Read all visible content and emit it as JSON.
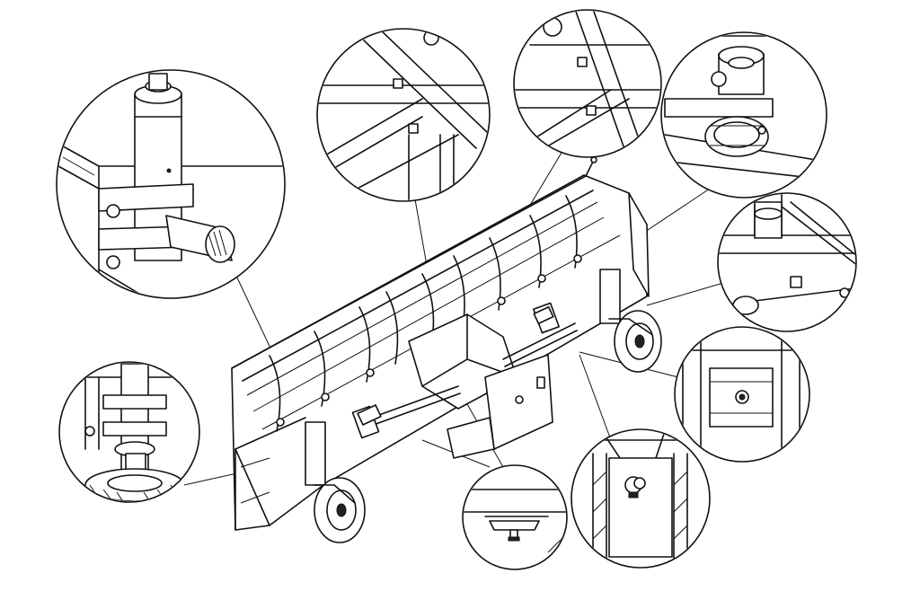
{
  "figure": {
    "kind": "technical line drawing",
    "subject": "snow-plow-blade",
    "callouts": [
      {
        "id": "pivot-cylinder"
      },
      {
        "id": "frame-bolt"
      },
      {
        "id": "frame-nut"
      },
      {
        "id": "swivel-joint"
      },
      {
        "id": "pivot-upper"
      },
      {
        "id": "grease-nipple-box"
      },
      {
        "id": "grease-nipple-plate"
      },
      {
        "id": "lower-nipple"
      },
      {
        "id": "height-adjust-foot"
      }
    ],
    "colors": {
      "line": "#111111",
      "background": "#ffffff"
    }
  }
}
